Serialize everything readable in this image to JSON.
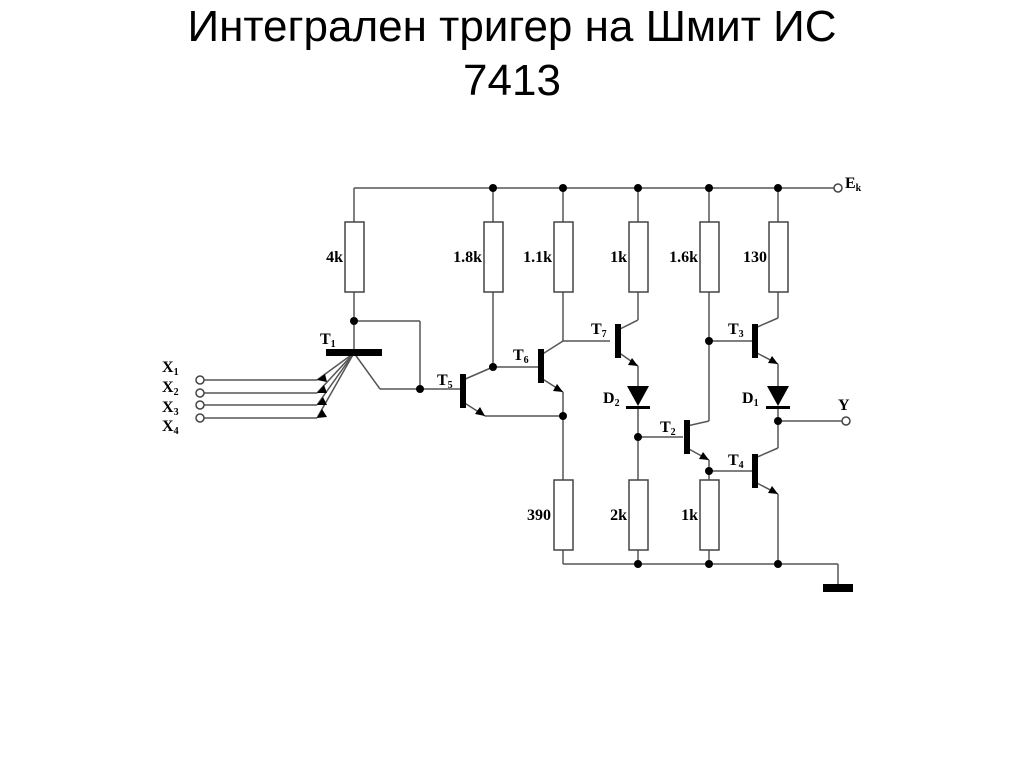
{
  "title": {
    "line1": "Интегрален тригер на Шмит ИС",
    "line2": "7413"
  },
  "circuit": {
    "supply": {
      "letter": "E",
      "sub": "k"
    },
    "output": "Y",
    "inputs": [
      {
        "letter": "X",
        "sub": "1"
      },
      {
        "letter": "X",
        "sub": "2"
      },
      {
        "letter": "X",
        "sub": "3"
      },
      {
        "letter": "X",
        "sub": "4"
      }
    ],
    "resistors": {
      "r_4k": "4k",
      "r_1_8k": "1.8k",
      "r_1_1k": "1.1k",
      "r_1k_top": "1k",
      "r_1_6k": "1.6k",
      "r_130": "130",
      "r_390": "390",
      "r_2k": "2k",
      "r_1k_bottom": "1k"
    },
    "transistors": {
      "t1": {
        "letter": "T",
        "sub": "1"
      },
      "t2": {
        "letter": "T",
        "sub": "2"
      },
      "t3": {
        "letter": "T",
        "sub": "3"
      },
      "t4": {
        "letter": "T",
        "sub": "4"
      },
      "t5": {
        "letter": "T",
        "sub": "5"
      },
      "t6": {
        "letter": "T",
        "sub": "6"
      },
      "t7": {
        "letter": "T",
        "sub": "7"
      }
    },
    "diodes": {
      "d1": {
        "letter": "D",
        "sub": "1"
      },
      "d2": {
        "letter": "D",
        "sub": "2"
      }
    }
  }
}
